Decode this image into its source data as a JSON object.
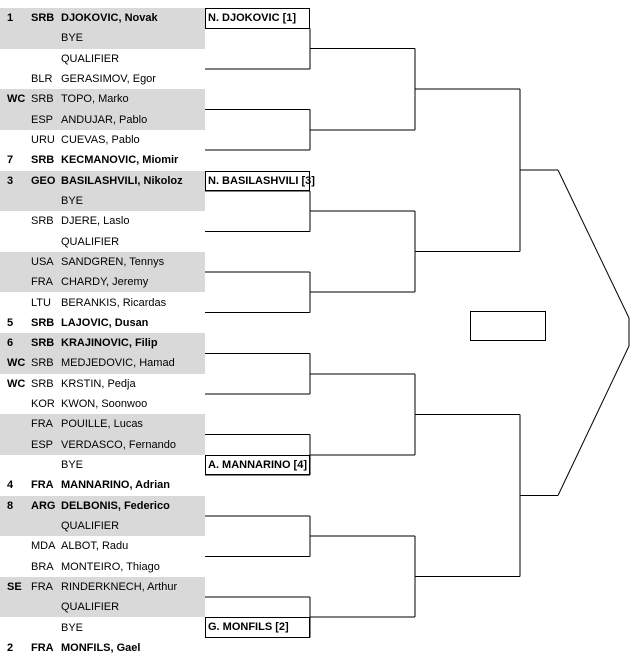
{
  "colors": {
    "row_shade": "#d9d9d9",
    "line_color": "#000000"
  },
  "bracket": {
    "blocks": [
      {
        "rows": [
          {
            "entry": "1",
            "country": "SRB",
            "name": "DJOKOVIC, Novak"
          },
          {
            "entry": "",
            "country": "",
            "name": "BYE"
          }
        ]
      },
      {
        "rows": [
          {
            "entry": "",
            "country": "",
            "name": "QUALIFIER"
          },
          {
            "entry": "",
            "country": "BLR",
            "name": "GERASIMOV, Egor"
          }
        ]
      },
      {
        "rows": [
          {
            "entry": "WC",
            "country": "SRB",
            "name": "TOPO, Marko"
          },
          {
            "entry": "",
            "country": "ESP",
            "name": "ANDUJAR, Pablo"
          }
        ]
      },
      {
        "rows": [
          {
            "entry": "",
            "country": "URU",
            "name": "CUEVAS, Pablo"
          },
          {
            "entry": "7",
            "country": "SRB",
            "name": "KECMANOVIC, Miomir"
          }
        ]
      },
      {
        "rows": [
          {
            "entry": "3",
            "country": "GEO",
            "name": "BASILASHVILI, Nikoloz"
          },
          {
            "entry": "",
            "country": "",
            "name": "BYE"
          }
        ]
      },
      {
        "rows": [
          {
            "entry": "",
            "country": "SRB",
            "name": "DJERE, Laslo"
          },
          {
            "entry": "",
            "country": "",
            "name": "QUALIFIER"
          }
        ]
      },
      {
        "rows": [
          {
            "entry": "",
            "country": "USA",
            "name": "SANDGREN, Tennys"
          },
          {
            "entry": "",
            "country": "FRA",
            "name": "CHARDY, Jeremy"
          }
        ]
      },
      {
        "rows": [
          {
            "entry": "",
            "country": "LTU",
            "name": "BERANKIS, Ricardas"
          },
          {
            "entry": "5",
            "country": "SRB",
            "name": "LAJOVIC, Dusan"
          }
        ]
      },
      {
        "rows": [
          {
            "entry": "6",
            "country": "SRB",
            "name": "KRAJINOVIC, Filip"
          },
          {
            "entry": "WC",
            "country": "SRB",
            "name": "MEDJEDOVIC, Hamad"
          }
        ]
      },
      {
        "rows": [
          {
            "entry": "WC",
            "country": "SRB",
            "name": "KRSTIN, Pedja"
          },
          {
            "entry": "",
            "country": "KOR",
            "name": "KWON, Soonwoo"
          }
        ]
      },
      {
        "rows": [
          {
            "entry": "",
            "country": "FRA",
            "name": "POUILLE, Lucas"
          },
          {
            "entry": "",
            "country": "ESP",
            "name": "VERDASCO, Fernando"
          }
        ]
      },
      {
        "rows": [
          {
            "entry": "",
            "country": "",
            "name": "BYE"
          },
          {
            "entry": "4",
            "country": "FRA",
            "name": "MANNARINO, Adrian"
          }
        ]
      },
      {
        "rows": [
          {
            "entry": "8",
            "country": "ARG",
            "name": "DELBONIS, Federico"
          },
          {
            "entry": "",
            "country": "",
            "name": "QUALIFIER"
          }
        ]
      },
      {
        "rows": [
          {
            "entry": "",
            "country": "MDA",
            "name": "ALBOT, Radu"
          },
          {
            "entry": "",
            "country": "BRA",
            "name": "MONTEIRO, Thiago"
          }
        ]
      },
      {
        "rows": [
          {
            "entry": "SE",
            "country": "FRA",
            "name": "RINDERKNECH, Arthur"
          },
          {
            "entry": "",
            "country": "",
            "name": "QUALIFIER"
          }
        ]
      },
      {
        "rows": [
          {
            "entry": "",
            "country": "",
            "name": "BYE"
          },
          {
            "entry": "2",
            "country": "FRA",
            "name": "MONFILS, Gael"
          }
        ]
      }
    ],
    "round2": [
      "N. DJOKOVIC [1]",
      "N. BASILASHVILI [3]",
      "A. MANNARINO [4]",
      "G. MONFILS [2]"
    ]
  }
}
